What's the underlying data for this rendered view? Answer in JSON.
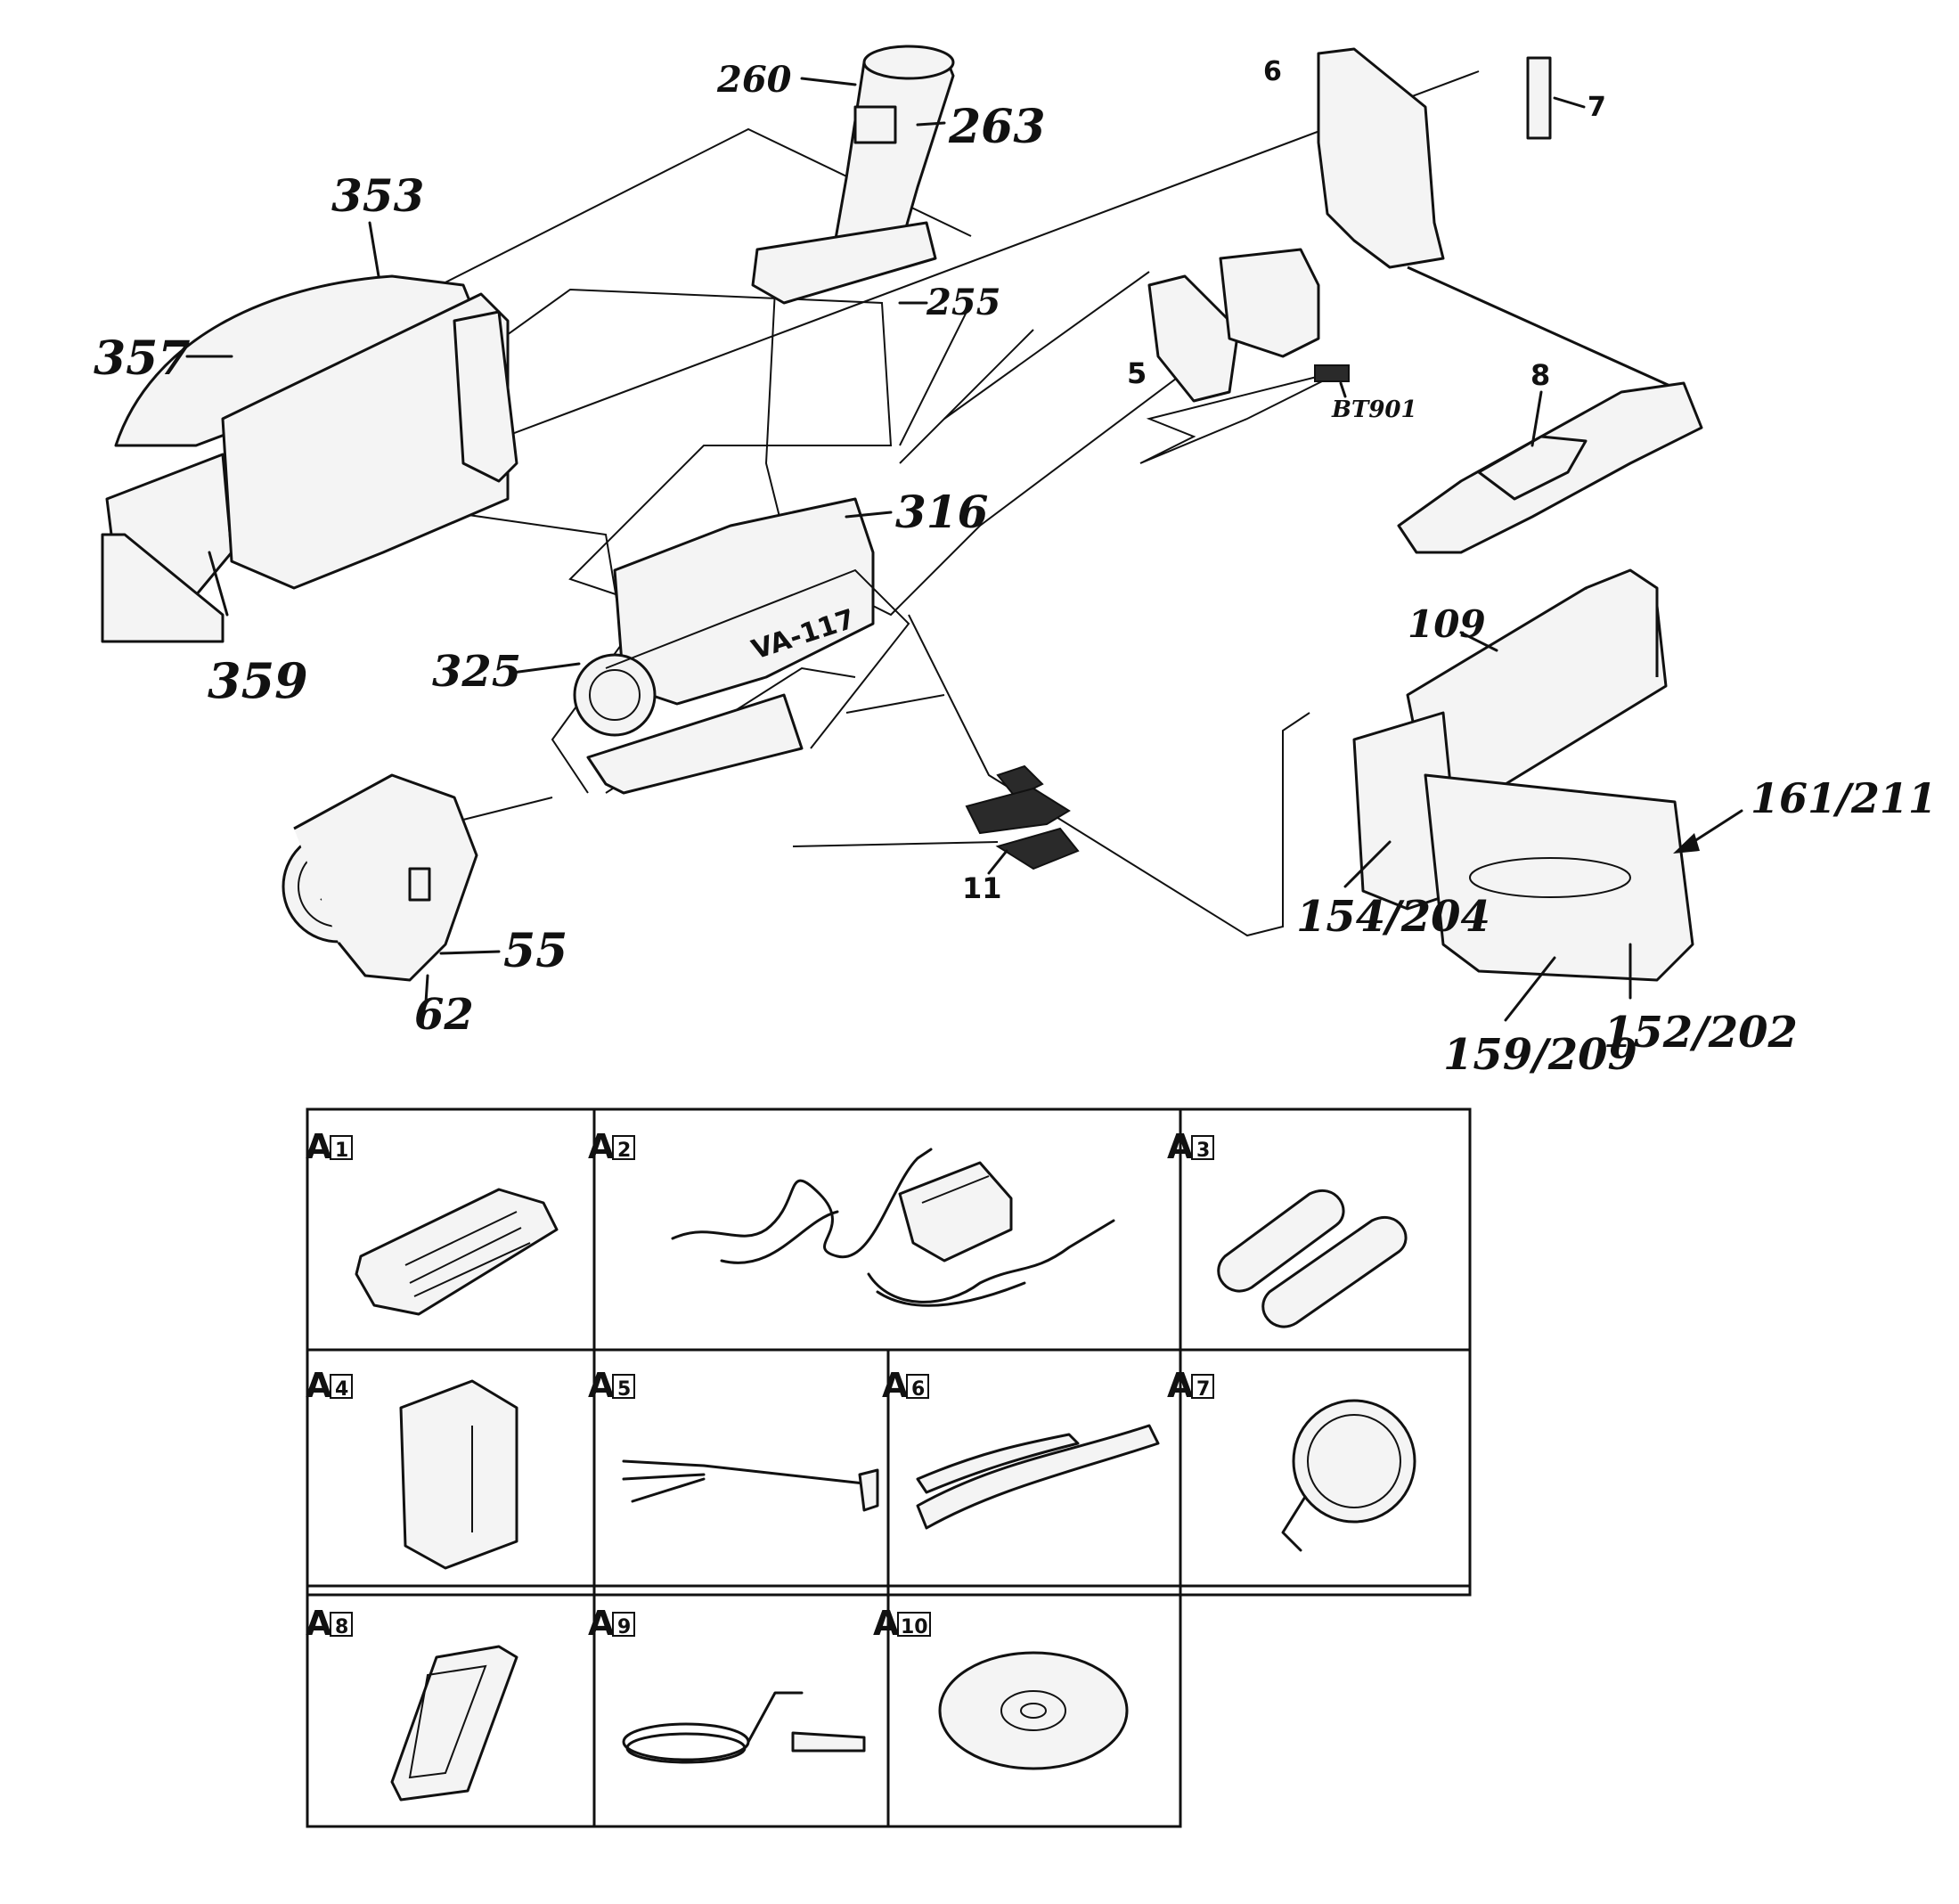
{
  "labels": {
    "p260": "260",
    "p263": "263",
    "p6": "6",
    "p7": "7",
    "p353": "353",
    "p357": "357",
    "p255": "255",
    "p5": "5",
    "pBT901": "BT901",
    "p8": "8",
    "p316": "316",
    "p359": "359",
    "p325": "325",
    "pVA117": "VA-117",
    "p109": "109",
    "p161": "161/211",
    "p55": "55",
    "p62": "62",
    "p11": "11",
    "p154": "154/204",
    "p159": "159/209",
    "p152": "152/202"
  },
  "accessories": [
    {
      "tag": "A",
      "num": "1",
      "item": "remote-control"
    },
    {
      "tag": "A",
      "num": "2",
      "item": "ac-adaptor"
    },
    {
      "tag": "A",
      "num": "3",
      "item": "batteries"
    },
    {
      "tag": "A",
      "num": "4",
      "item": "battery-pack"
    },
    {
      "tag": "A",
      "num": "5",
      "item": "av-cable"
    },
    {
      "tag": "A",
      "num": "6",
      "item": "shoulder-strap"
    },
    {
      "tag": "A",
      "num": "7",
      "item": "lens-cap"
    },
    {
      "tag": "A",
      "num": "8",
      "item": "memory-card"
    },
    {
      "tag": "A",
      "num": "9",
      "item": "usb-cable"
    },
    {
      "tag": "A",
      "num": "10",
      "item": "cd-rom"
    }
  ],
  "colors": {
    "ink": "#111111",
    "paper": "#ffffff"
  }
}
